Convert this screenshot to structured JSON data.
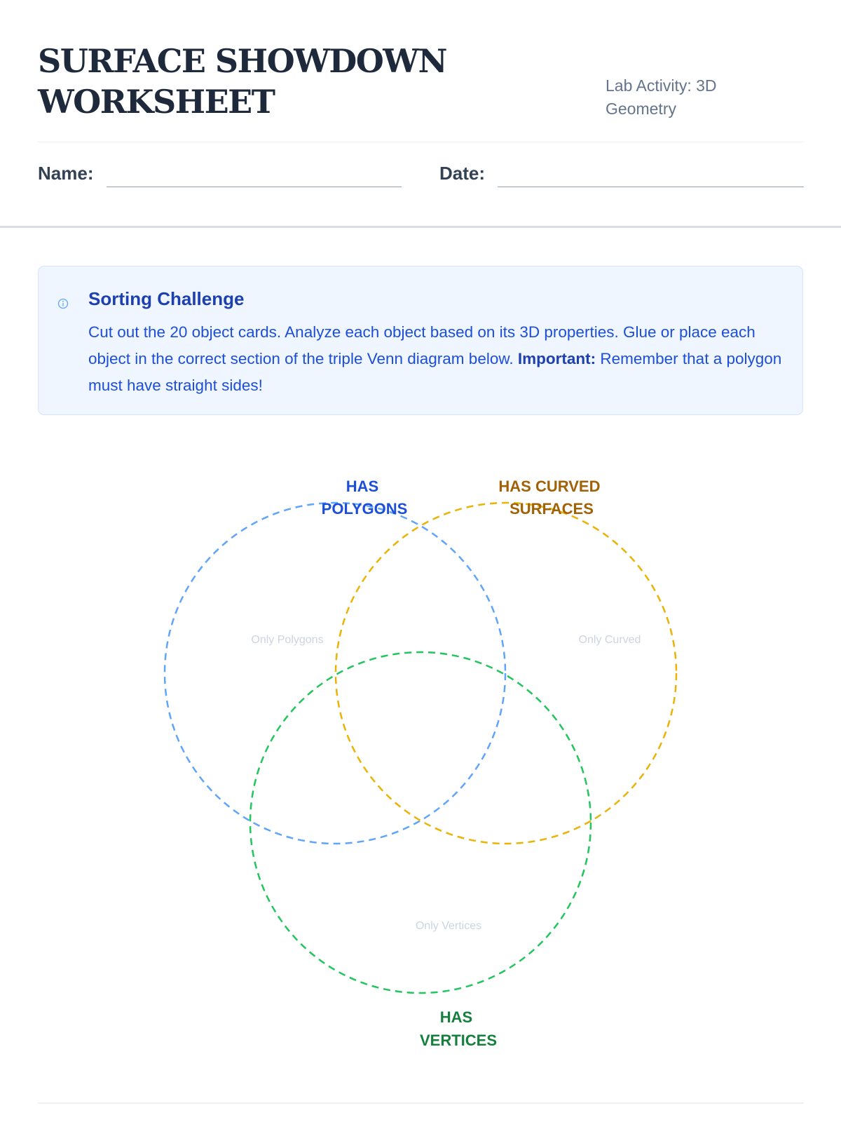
{
  "worksheet": {
    "title": "SURFACE SHOWDOWN WORKSHEET",
    "activity": "Lab Activity: 3D Geometry",
    "name_label": "Name:",
    "date_label": "Date:"
  },
  "callout": {
    "icon": "info-icon",
    "title": "Sorting Challenge",
    "text_main": "Cut out the 20 object cards. Analyze each object based on its 3D properties. Glue or place each object in the correct section of the triple Venn diagram below.",
    "text_strong": "Important:",
    "text_end": "Remember that a polygon must have straight sides!"
  },
  "venn": {
    "sets": [
      {
        "label_line1": "HAS",
        "label_line2": "POLYGONS",
        "color": "#60a5fa",
        "label_color": "#1d4ed8"
      },
      {
        "label_line1": "HAS CURVED",
        "label_line2": "SURFACES",
        "color": "#eab308",
        "label_color": "#a16207"
      },
      {
        "label_line1": "HAS",
        "label_line2": "VERTICES",
        "color": "#22c55e",
        "label_color": "#15803d"
      }
    ],
    "regions": {
      "only_polygons": "Only Polygons",
      "only_curved": "Only Curved",
      "only_vertices": "Only Vertices"
    }
  }
}
